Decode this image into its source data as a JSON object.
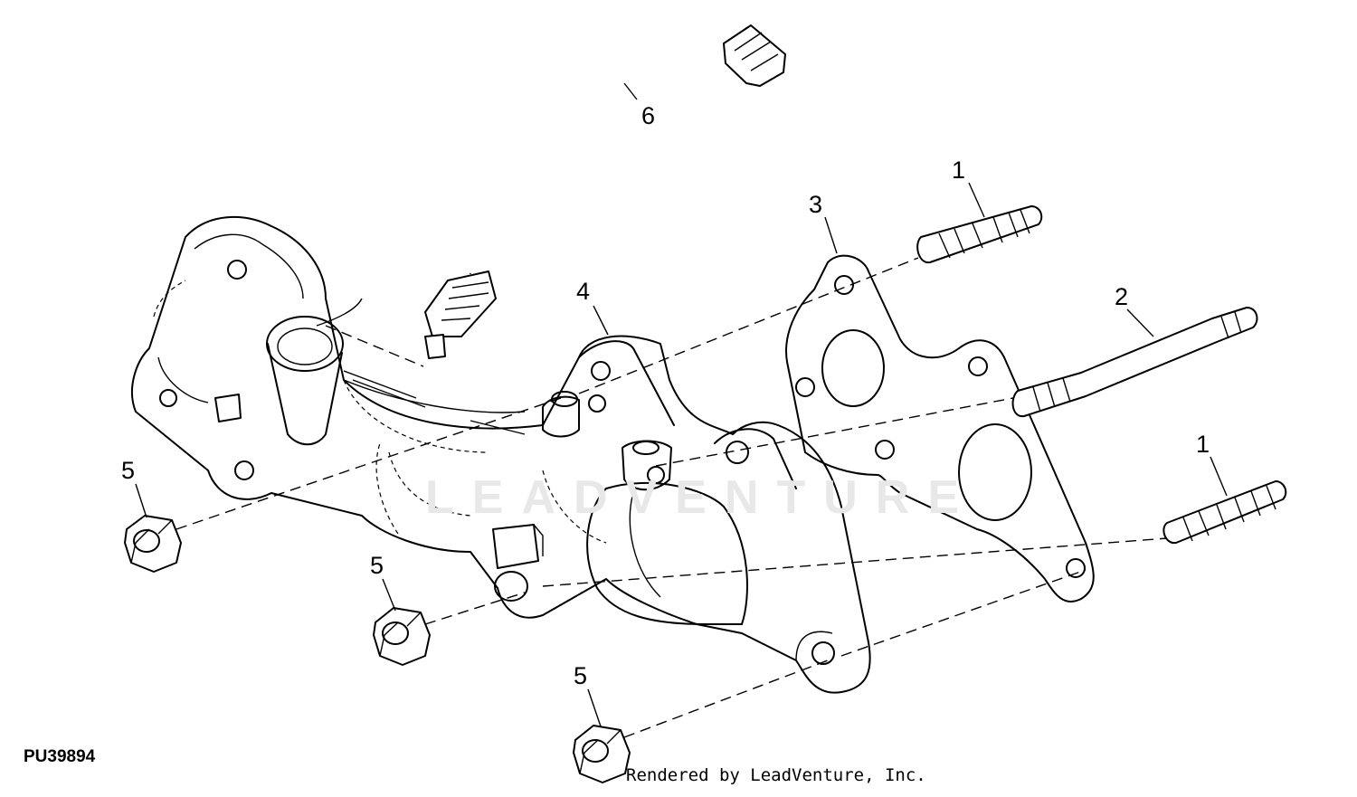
{
  "figure": {
    "reference_code": "PU39894",
    "credit": "Rendered by LeadVenture, Inc.",
    "watermark": "LEADVENTURE"
  },
  "callouts": {
    "c1a": "1",
    "c1b": "1",
    "c2": "2",
    "c3": "3",
    "c4": "4",
    "c5a": "5",
    "c5b": "5",
    "c5c": "5",
    "c6": "6"
  }
}
